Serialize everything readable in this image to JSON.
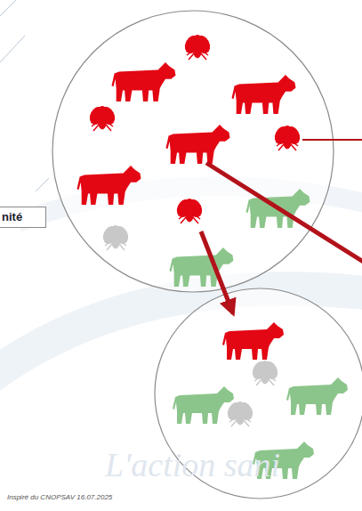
{
  "diagram": {
    "nodes": [
      {
        "text": [
          "nité"
        ]
      }
    ],
    "labels": [
      "L'action sani",
      "Inspiré du CNOPSAV 16.07.2025"
    ]
  }
}
